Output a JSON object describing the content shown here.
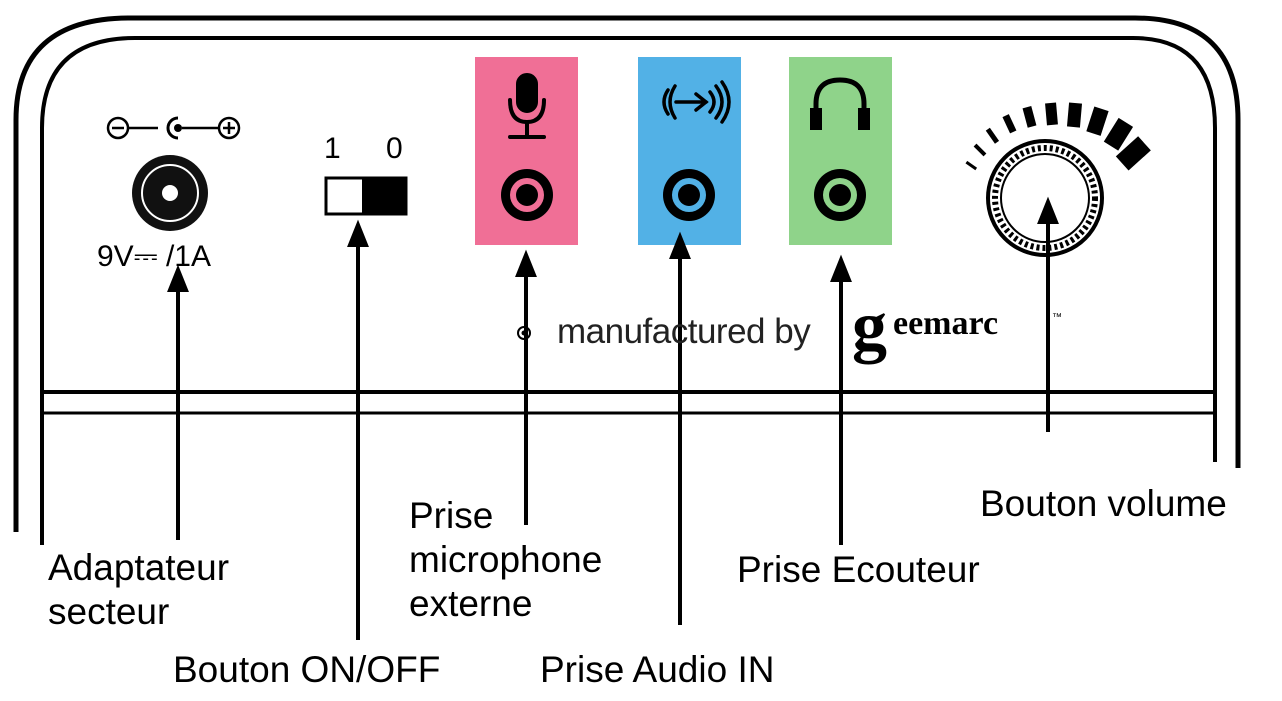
{
  "panel": {
    "power_rating": "9V⎓ /1A",
    "switch_label_on": "1",
    "switch_label_off": "0",
    "manufacturer_text": "manufactured by",
    "brand_initial": "g",
    "brand_rest": "eemarc",
    "brand_tm": "™"
  },
  "colors": {
    "mic_jack": "#f06f96",
    "audio_in_jack": "#52b1e6",
    "headphone_jack": "#8fd38a"
  },
  "icons": {
    "polarity": "dc-polarity-icon",
    "microphone": "microphone-icon",
    "audio_in": "audio-in-icon",
    "headphones": "headphones-icon",
    "volume_scale": "volume-scale-icon"
  },
  "labels": {
    "power_adapter_line1": "Adaptateur",
    "power_adapter_line2": "secteur",
    "on_off": "Bouton ON/OFF",
    "mic_line1": "Prise",
    "mic_line2": "microphone",
    "mic_line3": "externe",
    "audio_in": "Prise Audio IN",
    "headphone": "Prise Ecouteur",
    "volume": "Bouton volume"
  }
}
